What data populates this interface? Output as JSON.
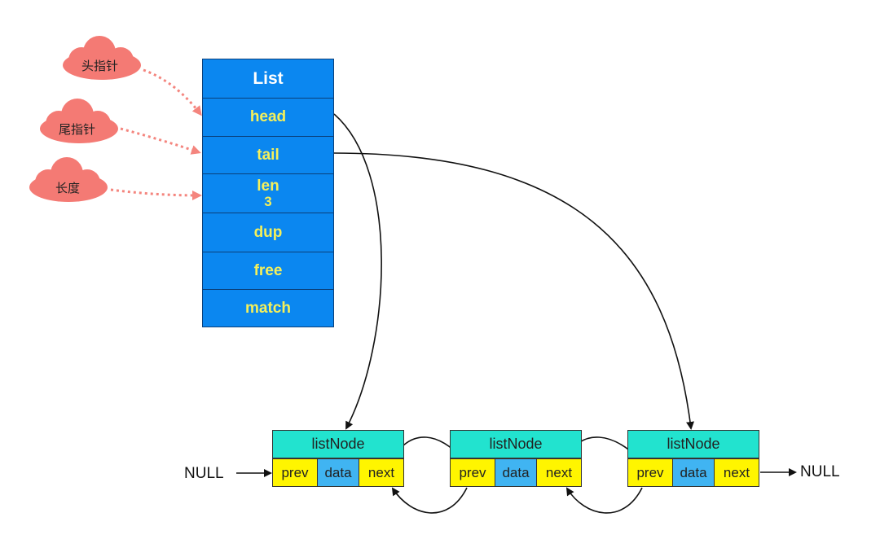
{
  "list": {
    "title": "List",
    "fields": [
      "head",
      "tail",
      "len",
      "dup",
      "free",
      "match"
    ],
    "len_value": "3"
  },
  "annotations": {
    "head_pointer": "头指针",
    "tail_pointer": "尾指针",
    "length": "长度"
  },
  "nodes": [
    {
      "title": "listNode",
      "prev": "prev",
      "data": "data",
      "next": "next"
    },
    {
      "title": "listNode",
      "prev": "prev",
      "data": "data",
      "next": "next"
    },
    {
      "title": "listNode",
      "prev": "prev",
      "data": "data",
      "next": "next"
    }
  ],
  "null_left": "NULL",
  "null_right": "NULL",
  "colors": {
    "struct_bg": "#0b87f0",
    "struct_text": "#f5f05a",
    "cloud": "#f47a74",
    "node_head": "#22e3cf",
    "cell_yellow": "#fff500",
    "cell_blue": "#40b4f2"
  }
}
